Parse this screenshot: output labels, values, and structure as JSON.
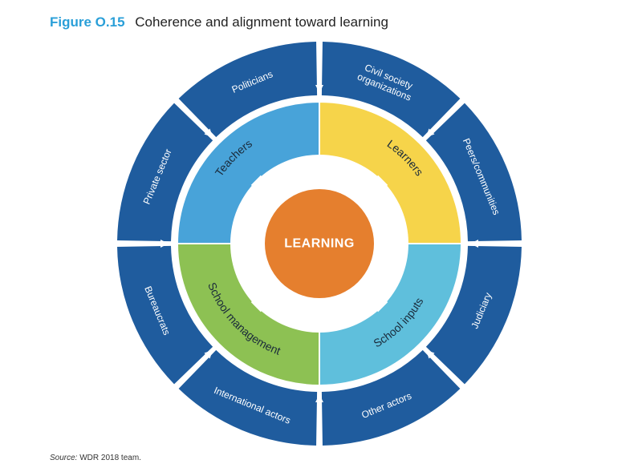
{
  "header": {
    "figure_number": "Figure O.15",
    "title": "Coherence and alignment toward learning"
  },
  "diagram": {
    "center": {
      "label": "LEARNING",
      "color": "#e57f2e"
    },
    "inner_quadrants": [
      {
        "label": "Teachers",
        "color": "#48a3d9"
      },
      {
        "label": "Learners",
        "color": "#f6d44a"
      },
      {
        "label": "School inputs",
        "color": "#5fbfdc"
      },
      {
        "label": "School management",
        "color": "#8dc153"
      }
    ],
    "outer_segments": [
      {
        "lines": [
          "Civil society",
          "organizations"
        ]
      },
      {
        "lines": [
          "Peers/communities"
        ]
      },
      {
        "lines": [
          "Judiciary"
        ]
      },
      {
        "lines": [
          "Other actors"
        ]
      },
      {
        "lines": [
          "International actors"
        ]
      },
      {
        "lines": [
          "Bureaucrats"
        ]
      },
      {
        "lines": [
          "Private sector"
        ]
      },
      {
        "lines": [
          "Politicians"
        ]
      }
    ],
    "ring_color": "#1f5c9e",
    "arrow_color": "#ffffff"
  },
  "footer": {
    "source_label": "Source:",
    "source_text": " WDR 2018 team."
  }
}
